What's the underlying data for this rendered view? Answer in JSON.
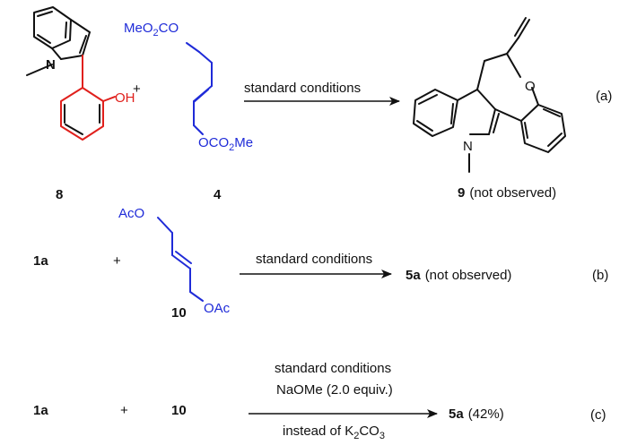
{
  "colors": {
    "bond": "#111111",
    "reagent_blue": "#1f2bd8",
    "highlight_red": "#e0201c",
    "arrow": "#111111"
  },
  "reaction_a": {
    "label": "(a)",
    "compound_8": {
      "number": "8",
      "oh": "OH",
      "n": "N"
    },
    "plus": "+",
    "compound_4": {
      "number": "4",
      "top_group": "MeO",
      "top_sub": "2",
      "top_c": "C",
      "top_o": "O",
      "bottom_o": "OCO",
      "bottom_sub": "2",
      "bottom_me": "Me"
    },
    "arrow_text": "standard conditions",
    "product": {
      "number": "9",
      "note": "(not observed)",
      "o": "O",
      "n": "N"
    }
  },
  "reaction_b": {
    "label": "(b)",
    "reactant": "1a",
    "plus": "+",
    "compound_10": {
      "number": "10",
      "top_group": "AcO",
      "bottom_group": "OAc"
    },
    "arrow_text": "standard conditions",
    "product": {
      "number": "5a",
      "note": "(not observed)"
    }
  },
  "reaction_c": {
    "label": "(c)",
    "reactant": "1a",
    "plus": "+",
    "reagent": "10",
    "arrow_text_1": "standard conditions",
    "arrow_text_2": "NaOMe (2.0 equiv.)",
    "arrow_text_3": "instead of K",
    "arrow_text_3_sub": "2",
    "arrow_text_3_end": "CO",
    "arrow_text_3_sub2": "3",
    "product": {
      "number": "5a",
      "yield": "(42%)"
    }
  }
}
